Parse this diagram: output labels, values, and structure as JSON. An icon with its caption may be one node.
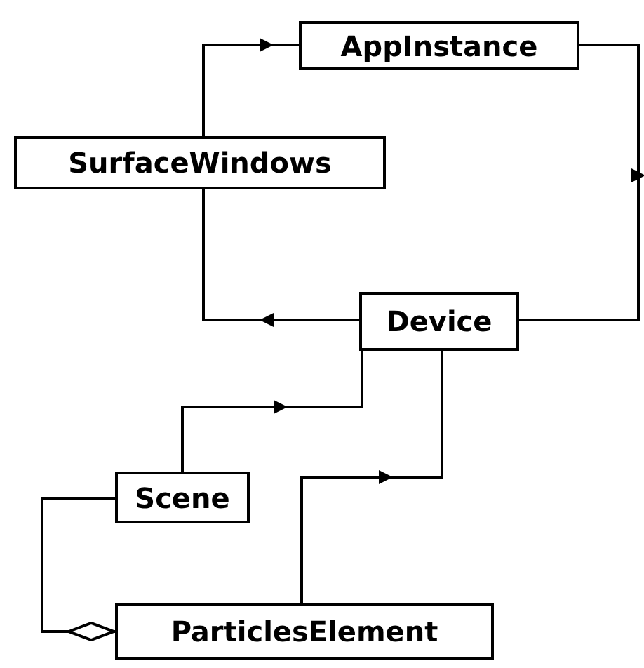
{
  "diagram": {
    "nodes": [
      {
        "text": [
          "AppInstance"
        ]
      },
      {
        "text": [
          "SurfaceWindows"
        ]
      },
      {
        "text": [
          "Device"
        ]
      },
      {
        "text": [
          "Scene"
        ]
      },
      {
        "text": [
          "ParticlesElement"
        ]
      }
    ],
    "edges": [
      {
        "from": 1,
        "to": 0,
        "arrow": "to"
      },
      {
        "from": 0,
        "to": 2,
        "arrow": "to"
      },
      {
        "from": 2,
        "to": 1,
        "arrow": "to"
      },
      {
        "from": 3,
        "to": 2,
        "arrow": "to"
      },
      {
        "from": 4,
        "to": 2,
        "arrow": "to"
      },
      {
        "from": 3,
        "to": 4,
        "arrow": "other"
      }
    ]
  }
}
